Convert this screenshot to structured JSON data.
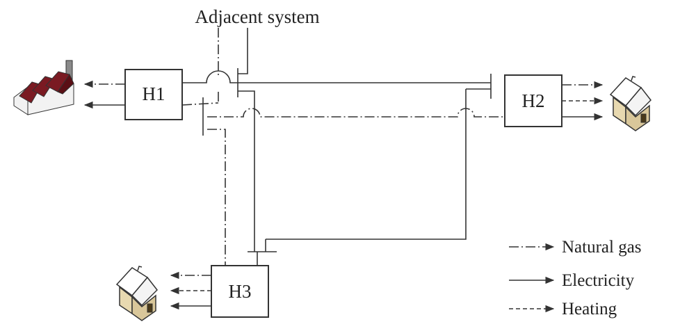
{
  "title": "Adjacent system",
  "hubs": [
    {
      "id": "h1",
      "label": "H1"
    },
    {
      "id": "h2",
      "label": "H2"
    },
    {
      "id": "h3",
      "label": "H3"
    }
  ],
  "legend": [
    {
      "key": "natural_gas",
      "label": "Natural gas"
    },
    {
      "key": "electricity",
      "label": "Electricity"
    },
    {
      "key": "heating",
      "label": "Heating"
    }
  ],
  "icons": {
    "factory": "factory-icon",
    "house": "house-icon"
  },
  "colors": {
    "factory_roof": "#7a1a22",
    "house_roof": "#ffffff",
    "house_wall": "#e8d9b0",
    "line": "#333333"
  }
}
